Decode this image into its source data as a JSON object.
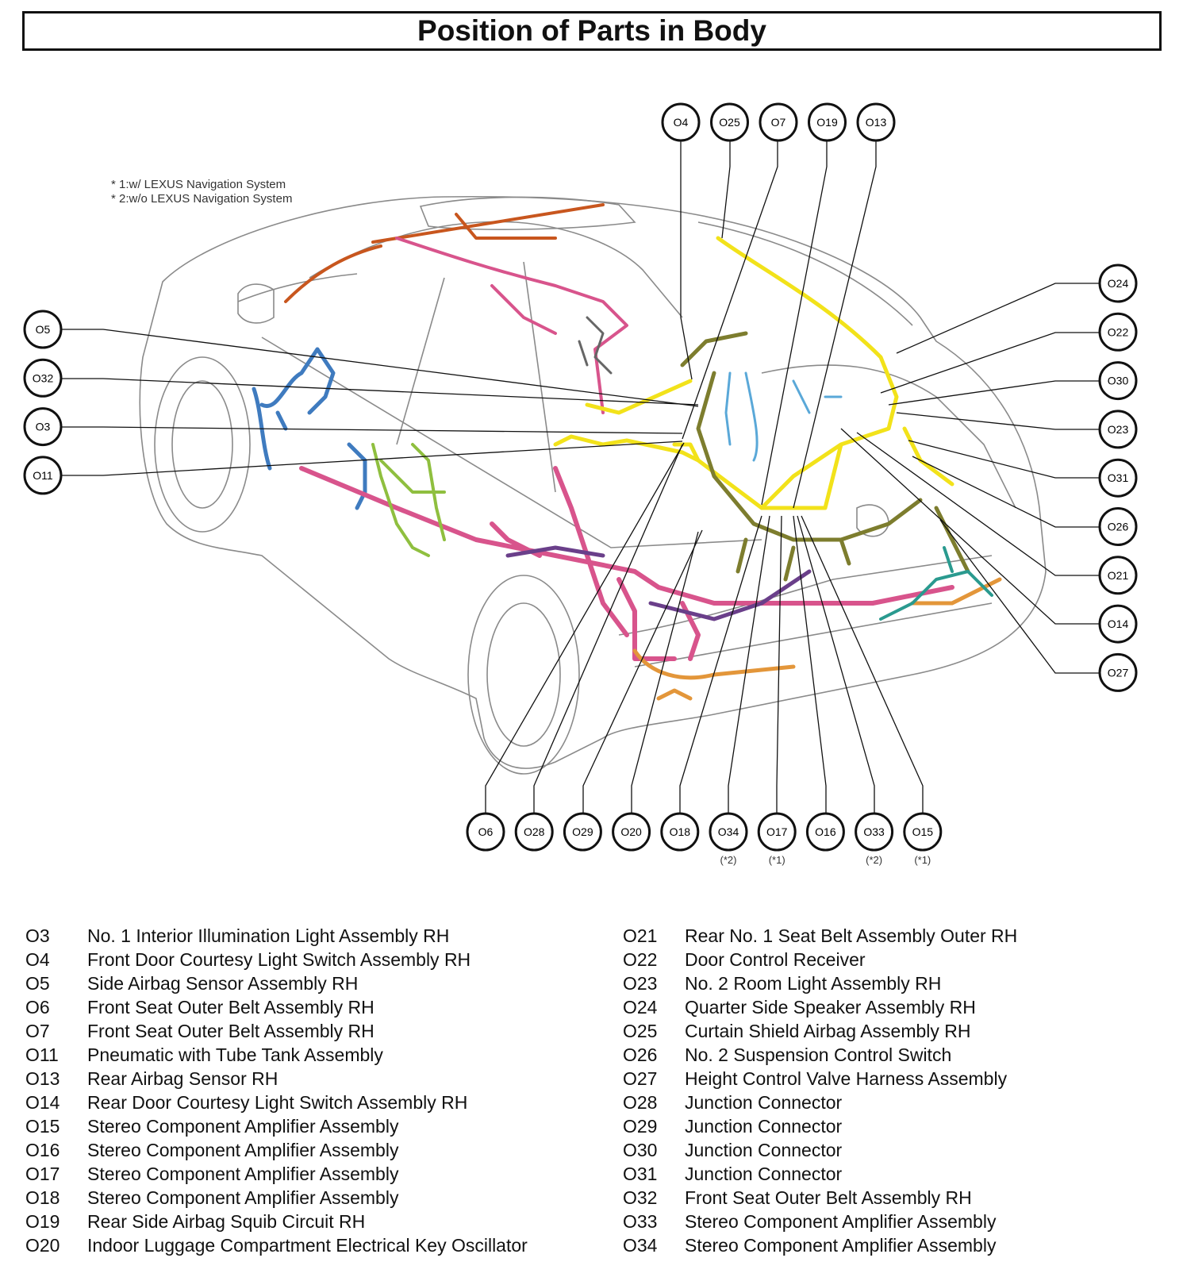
{
  "title": "Position of Parts in Body",
  "notes": [
    "* 1:w/ LEXUS Navigation System",
    "* 2:w/o LEXUS Navigation System"
  ],
  "callouts_top": [
    "O4",
    "O25",
    "O7",
    "O19",
    "O13"
  ],
  "callouts_left": [
    "O5",
    "O32",
    "O3",
    "O11"
  ],
  "callouts_right": [
    "O24",
    "O22",
    "O30",
    "O23",
    "O31",
    "O26",
    "O21",
    "O14",
    "O27"
  ],
  "callouts_bottom": [
    {
      "code": "O6",
      "note": ""
    },
    {
      "code": "O28",
      "note": ""
    },
    {
      "code": "O29",
      "note": ""
    },
    {
      "code": "O20",
      "note": ""
    },
    {
      "code": "O18",
      "note": ""
    },
    {
      "code": "O34",
      "note": "(*2)"
    },
    {
      "code": "O17",
      "note": "(*1)"
    },
    {
      "code": "O16",
      "note": ""
    },
    {
      "code": "O33",
      "note": "(*2)"
    },
    {
      "code": "O15",
      "note": "(*1)"
    }
  ],
  "legend_left": [
    {
      "code": "O3",
      "name": "No. 1 Interior Illumination Light Assembly RH"
    },
    {
      "code": "O4",
      "name": "Front Door Courtesy Light Switch Assembly RH"
    },
    {
      "code": "O5",
      "name": "Side Airbag Sensor Assembly RH"
    },
    {
      "code": "O6",
      "name": "Front Seat Outer Belt Assembly RH"
    },
    {
      "code": "O7",
      "name": "Front Seat Outer Belt Assembly RH"
    },
    {
      "code": "O11",
      "name": "Pneumatic with Tube Tank Assembly"
    },
    {
      "code": "O13",
      "name": "Rear Airbag Sensor RH"
    },
    {
      "code": "O14",
      "name": "Rear Door Courtesy Light Switch Assembly RH"
    },
    {
      "code": "O15",
      "name": "Stereo Component Amplifier Assembly"
    },
    {
      "code": "O16",
      "name": "Stereo Component Amplifier Assembly"
    },
    {
      "code": "O17",
      "name": "Stereo Component Amplifier Assembly"
    },
    {
      "code": "O18",
      "name": "Stereo Component Amplifier Assembly"
    },
    {
      "code": "O19",
      "name": "Rear Side Airbag Squib Circuit RH"
    },
    {
      "code": "O20",
      "name": "Indoor Luggage Compartment Electrical Key Oscillator"
    }
  ],
  "legend_right": [
    {
      "code": "O21",
      "name": "Rear No. 1 Seat Belt Assembly Outer RH"
    },
    {
      "code": "O22",
      "name": "Door Control Receiver"
    },
    {
      "code": "O23",
      "name": "No. 2 Room Light Assembly RH"
    },
    {
      "code": "O24",
      "name": "Quarter Side Speaker Assembly RH"
    },
    {
      "code": "O25",
      "name": "Curtain Shield Airbag Assembly RH"
    },
    {
      "code": "O26",
      "name": "No. 2 Suspension Control Switch"
    },
    {
      "code": "O27",
      "name": "Height Control Valve Harness Assembly"
    },
    {
      "code": "O28",
      "name": "Junction Connector"
    },
    {
      "code": "O29",
      "name": "Junction Connector"
    },
    {
      "code": "O30",
      "name": "Junction Connector"
    },
    {
      "code": "O31",
      "name": "Junction Connector"
    },
    {
      "code": "O32",
      "name": "Front Seat Outer Belt Assembly RH"
    },
    {
      "code": "O33",
      "name": "Stereo Component Amplifier Assembly"
    },
    {
      "code": "O34",
      "name": "Stereo Component Amplifier Assembly"
    }
  ],
  "harness_colors": {
    "yellow": "#f2e21a",
    "pink": "#d8548c",
    "olive": "#7d7d2e",
    "blue": "#3f7bbf",
    "purple": "#6a3f8a",
    "orange": "#e3963a",
    "teal": "#2a9a8f",
    "green": "#8fbf3f",
    "rust": "#c8561e"
  }
}
